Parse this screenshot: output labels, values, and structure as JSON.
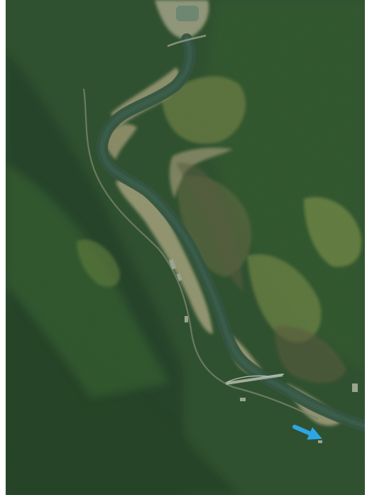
{
  "image": {
    "kind": "aerial photograph",
    "subject": "river valley",
    "features": [
      "river",
      "bridge",
      "gravel-bar",
      "forested-hillside",
      "road"
    ],
    "colors": {
      "forest_dark": "#1c3a20",
      "forest_mid": "#2f5a2c",
      "forest_light": "#5f8440",
      "autumn_patch": "#9aa352",
      "river_water": "#2e4f4a",
      "gravel": "#c7b597",
      "bridge": "#e6e6e2",
      "arrow": "#2da6e6"
    }
  },
  "annotation": {
    "arrow_icon": "arrow-right-down-icon",
    "arrow_color": "#2da6e6"
  }
}
